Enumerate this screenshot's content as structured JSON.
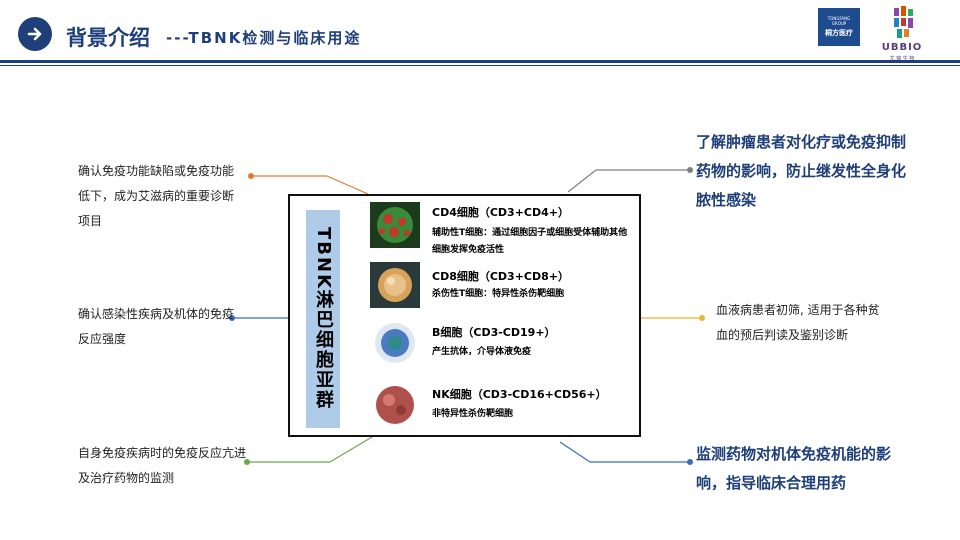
{
  "header": {
    "title": "背景介绍",
    "subtitle": "---TBNK检测与临床用途",
    "logo_left": {
      "line1": "TONGFANG",
      "line2": "GROUP",
      "name": "桐方医疗"
    },
    "logo_right": {
      "name": "UBBIO",
      "cn": "尤 锦 生 物"
    }
  },
  "center": {
    "vertical_title": "TBNK淋巴细胞亚群",
    "cells": [
      {
        "name": "CD4细胞（CD3+CD4+）",
        "desc": "辅助性T细胞：通过细胞因子或细胞受体辅助其他细胞发挥免疫活性",
        "color": "#3a8a3a"
      },
      {
        "name": "CD8细胞（CD3+CD8+）",
        "desc": "杀伤性T细胞：特异性杀伤靶细胞",
        "color": "#d9a25a"
      },
      {
        "name": "B细胞（CD3-CD19+）",
        "desc": "产生抗体，介导体液免疫",
        "color": "#4a7ac0"
      },
      {
        "name": "NK细胞（CD3-CD16+CD56+）",
        "desc": "非特异性杀伤靶细胞",
        "color": "#b0504a"
      }
    ]
  },
  "left_items": [
    {
      "text": "确认免疫功能缺陷或免疫功能低下，成为艾滋病的重要诊断项目",
      "color": "#e07a2f"
    },
    {
      "text": "确认感染性疾病及机体的免疫反应强度",
      "color": "#3a6fb5"
    },
    {
      "text": "自身免疫疾病时的免疫反应亢进及治疗药物的监测",
      "color": "#6aa84f"
    }
  ],
  "right_items": [
    {
      "text": "了解肿瘤患者对化疗或免疫抑制药物的影响，防止继发性全身化脓性感染",
      "color": "#7f7f7f"
    },
    {
      "text": "血液病患者初筛, 适用于各种贫血的预后判读及鉴别诊断",
      "color": "#e6b830"
    },
    {
      "text": "监测药物对机体免疫机能的影响，指导临床合理用药",
      "color": "#3a6fb5"
    }
  ]
}
